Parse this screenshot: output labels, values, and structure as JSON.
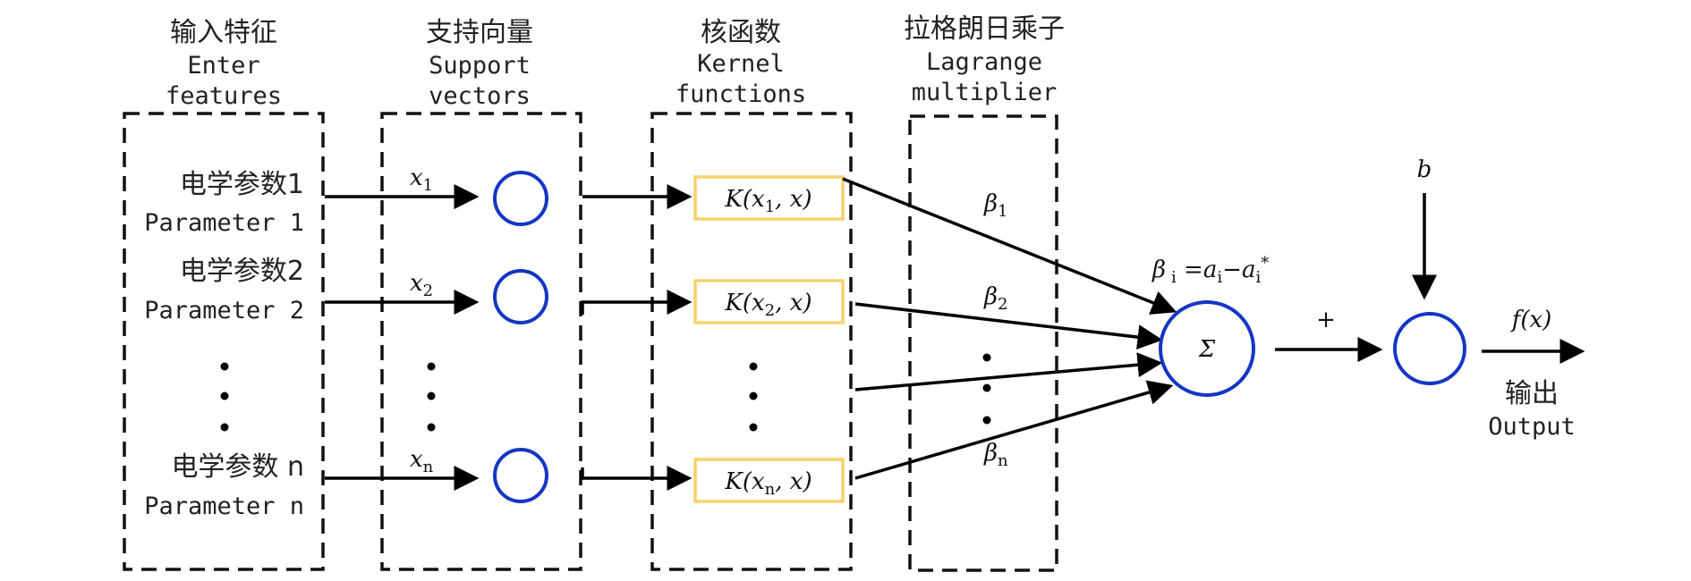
{
  "columns": {
    "input": {
      "zh": "输入特征",
      "en1": "Enter",
      "en2": "features"
    },
    "support": {
      "zh": "支持向量",
      "en1": "Support",
      "en2": "vectors"
    },
    "kernel": {
      "zh": "核函数",
      "en1": "Kernel",
      "en2": "functions"
    },
    "lagrange": {
      "zh": "拉格朗日乘子",
      "en1": "Lagrange",
      "en2": "multiplier"
    }
  },
  "inputs": [
    {
      "zh": "电学参数1",
      "en": "Parameter 1",
      "x_base": "x",
      "x_sub": "1"
    },
    {
      "zh": "电学参数2",
      "en": "Parameter 2",
      "x_base": "x",
      "x_sub": "2"
    },
    {
      "zh": "电学参数 n",
      "en": "Parameter n",
      "x_base": "x",
      "x_sub": "n"
    }
  ],
  "kernels": [
    {
      "func": "K",
      "open": "(",
      "var": "x",
      "sub": "1",
      "rest": ", ",
      "arg": "x",
      "close": ")"
    },
    {
      "func": "K",
      "open": "(",
      "var": "x",
      "sub": "2",
      "rest": ", ",
      "arg": "x",
      "close": ")"
    },
    {
      "func": "K",
      "open": "(",
      "var": "x",
      "sub": "n",
      "rest": ", ",
      "arg": "x",
      "close": ")"
    }
  ],
  "multipliers": [
    {
      "sym": "β",
      "sub": "1"
    },
    {
      "sym": "β",
      "sub": "2"
    },
    {
      "sym": "β",
      "sub": "n"
    }
  ],
  "formula": {
    "lhs": "β",
    "lhs_sub": "i",
    "eq": " =",
    "a1": "a",
    "a1_sub": "i",
    "minus": "−",
    "a2": "a",
    "a2_sub": "i",
    "star": "*"
  },
  "sum_symbol": "Σ",
  "plus": "+",
  "bias": "b",
  "output": {
    "f": "f",
    "open": "(",
    "x": "x",
    "close": ")",
    "zh": "输出",
    "en": "Output"
  },
  "colors": {
    "node_stroke": "#1436c4",
    "kernel_stroke": "#f7d26b",
    "line": "#000000"
  }
}
